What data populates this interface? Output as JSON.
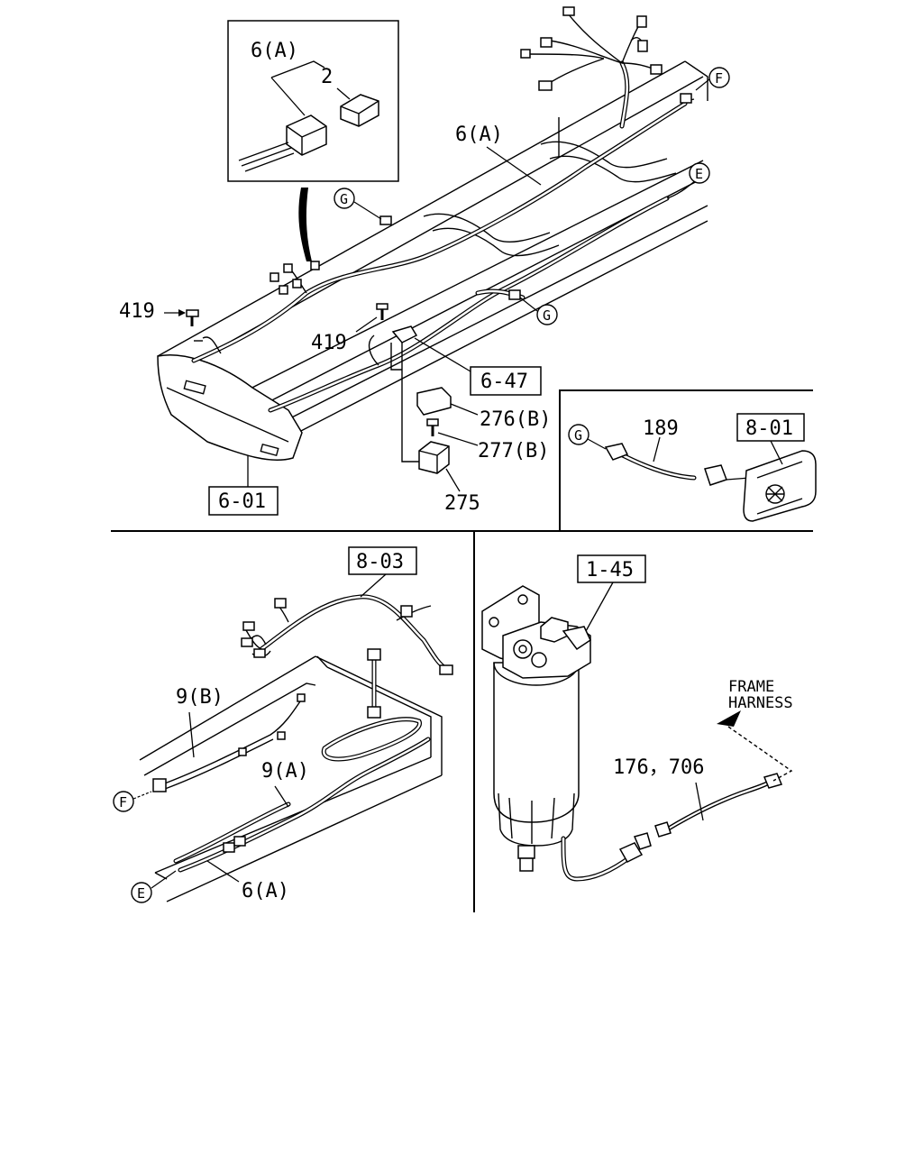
{
  "callouts": {
    "inset_6a": "6(A)",
    "inset_2": "2",
    "top_6a": "6(A)",
    "bolt_419_left": "419",
    "bolt_419_mid": "419",
    "ref_6_47": "6-47",
    "p276b": "276(B)",
    "p277b": "277(B)",
    "p275": "275",
    "ref_6_01": "6-01",
    "p189": "189",
    "ref_8_01": "8-01",
    "ref_8_03": "8-03",
    "p9b": "9(B)",
    "p9a": "9(A)",
    "bottom_6a": "6(A)",
    "ref_1_45": "1-45",
    "p176_706": "176，706",
    "frame_harness_line1": "FRAME",
    "frame_harness_line2": "HARNESS"
  },
  "connectors": {
    "f_top": "F",
    "e_top": "E",
    "g_top": "G",
    "g_mid": "G",
    "g_right": "G",
    "f_bottom": "F",
    "e_bottom": "E"
  }
}
